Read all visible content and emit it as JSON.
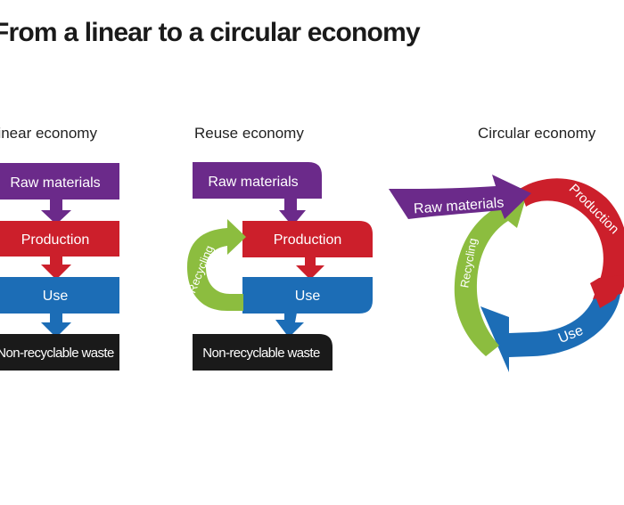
{
  "title": "From a linear to a circular economy",
  "colors": {
    "purple": "#6b2a8a",
    "red": "#cc1f2b",
    "blue": "#1c6db6",
    "green": "#8cbd3f",
    "black": "#1a1a1a"
  },
  "linear": {
    "heading": "Linear economy",
    "steps": [
      "Raw materials",
      "Production",
      "Use",
      "Non-recyclable waste"
    ]
  },
  "reuse": {
    "heading": "Reuse economy",
    "steps": [
      "Raw materials",
      "Production",
      "Use",
      "Non-recyclable waste"
    ],
    "loop_label": "Recycling"
  },
  "circular": {
    "heading": "Circular economy",
    "input_label": "Raw materials",
    "cycle": [
      "Production",
      "Use",
      "Recycling"
    ]
  }
}
